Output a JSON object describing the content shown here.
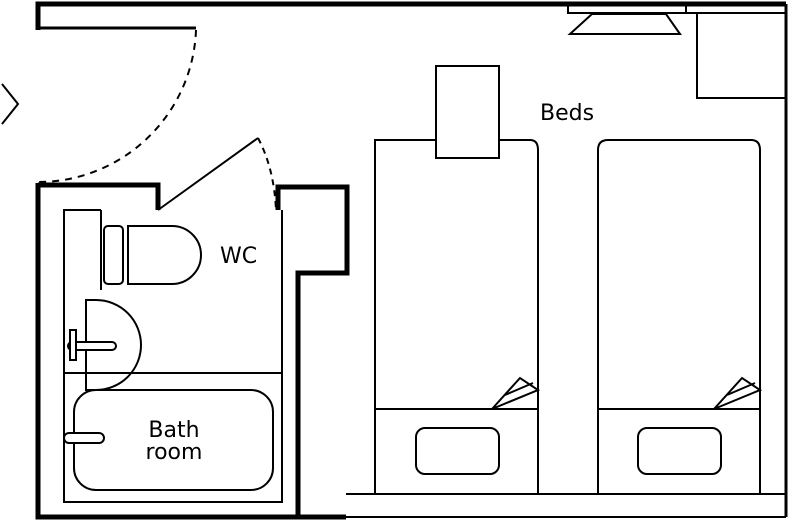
{
  "labels": {
    "beds": "Beds",
    "wc": "WC",
    "bathroom_line1": "Bath",
    "bathroom_line2": "room"
  },
  "colors": {
    "line": "#000000",
    "background": "#ffffff"
  }
}
